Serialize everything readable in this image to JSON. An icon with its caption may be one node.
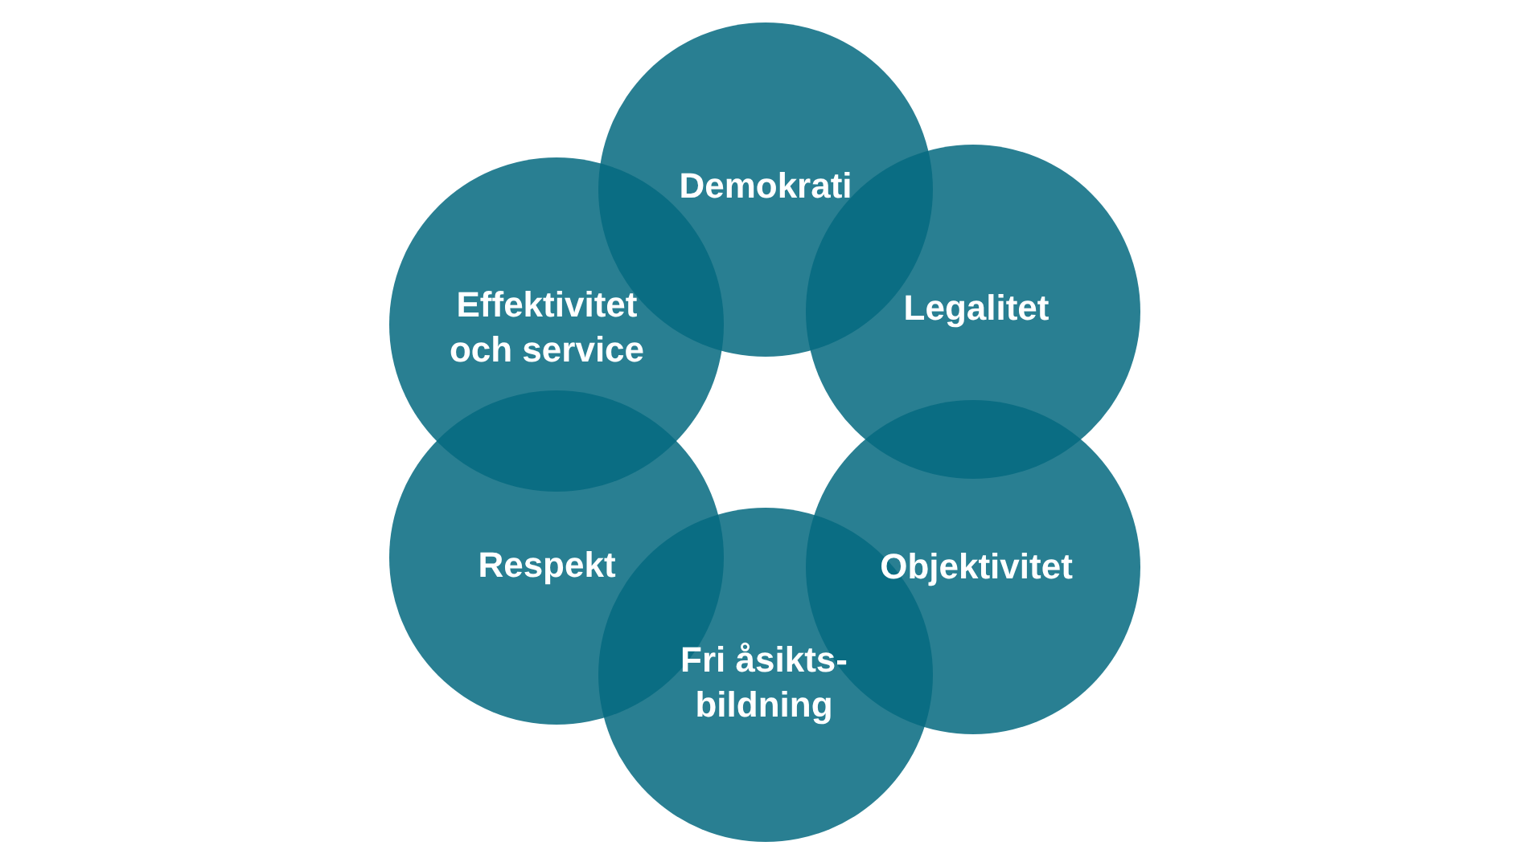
{
  "diagram": {
    "nodes": [
      {
        "text": [
          "Demokrati"
        ]
      },
      {
        "text": [
          "Legalitet"
        ]
      },
      {
        "text": [
          "Objektivitet"
        ]
      },
      {
        "text": [
          "Fri åsikts-bildning"
        ]
      },
      {
        "text": [
          "Respekt"
        ]
      },
      {
        "text": [
          "Effektivitet och service"
        ]
      }
    ]
  }
}
